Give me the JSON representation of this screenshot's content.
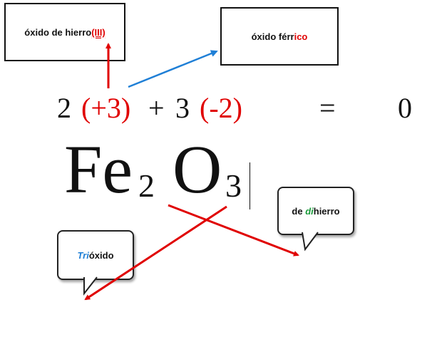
{
  "boxes": {
    "hierro": {
      "text": "óxido de hierro ",
      "roman": "(III)"
    },
    "ferrico": {
      "prefix": "óxido férr",
      "suffix": "ico"
    }
  },
  "equation": {
    "c1": "2",
    "v1": "(+3)",
    "plus": "+",
    "c2": "3",
    "v2": "(-2)",
    "equals": "=",
    "result": "0"
  },
  "formula": {
    "el1": "Fe",
    "sub1": "2",
    "el2": "O",
    "sub2": "3"
  },
  "callouts": {
    "dihierro": {
      "pre": "de ",
      "prefix": "di",
      "post": "hierro"
    },
    "trioxido": {
      "prefix": "Tri",
      "post": "óxido"
    }
  },
  "colors": {
    "red": "#e00000",
    "blue": "#1f7fd6",
    "green": "#1a9a3a"
  }
}
